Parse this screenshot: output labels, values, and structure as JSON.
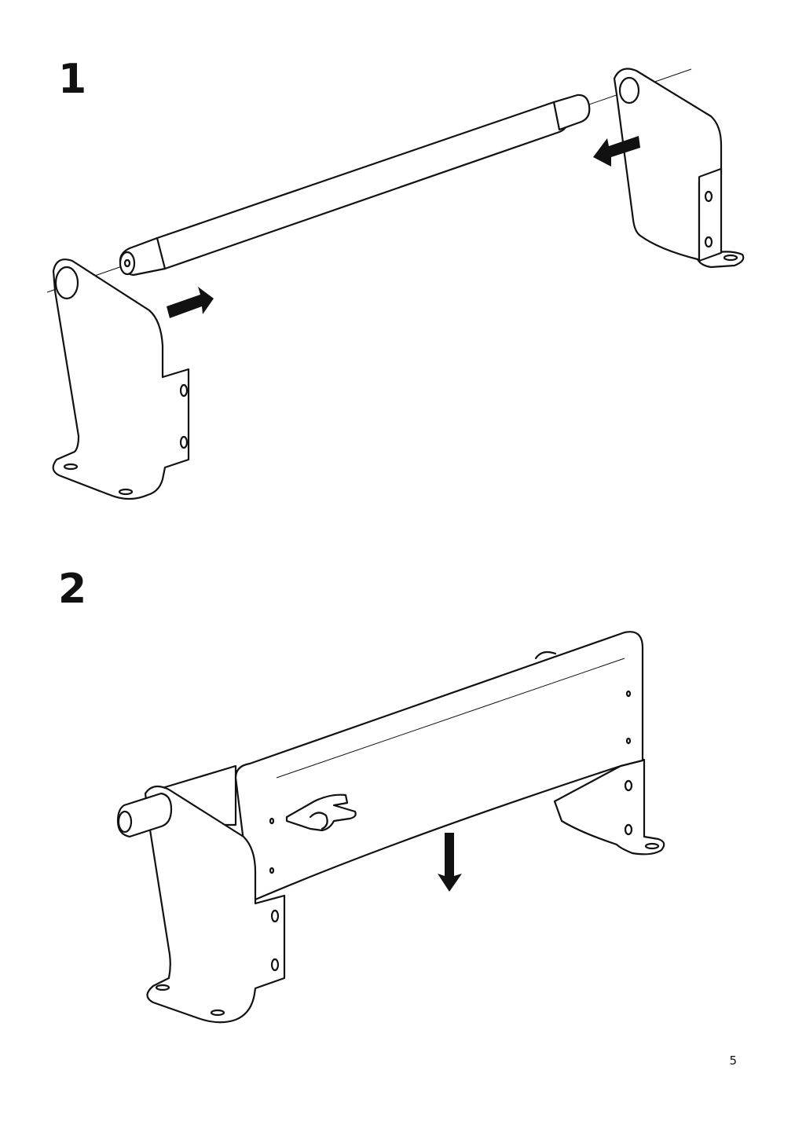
{
  "steps": [
    {
      "number": "1"
    },
    {
      "number": "2"
    }
  ],
  "page": {
    "number": "5"
  },
  "icons": {
    "step1": [
      "left-bracket-icon",
      "right-bracket-icon",
      "rod-icon",
      "arrow-right-icon",
      "arrow-left-icon"
    ],
    "step2": [
      "frame-assembly-icon",
      "press-finger-icon",
      "arrow-down-icon"
    ]
  },
  "colors": {
    "ink": "#111111",
    "paper": "#ffffff"
  }
}
